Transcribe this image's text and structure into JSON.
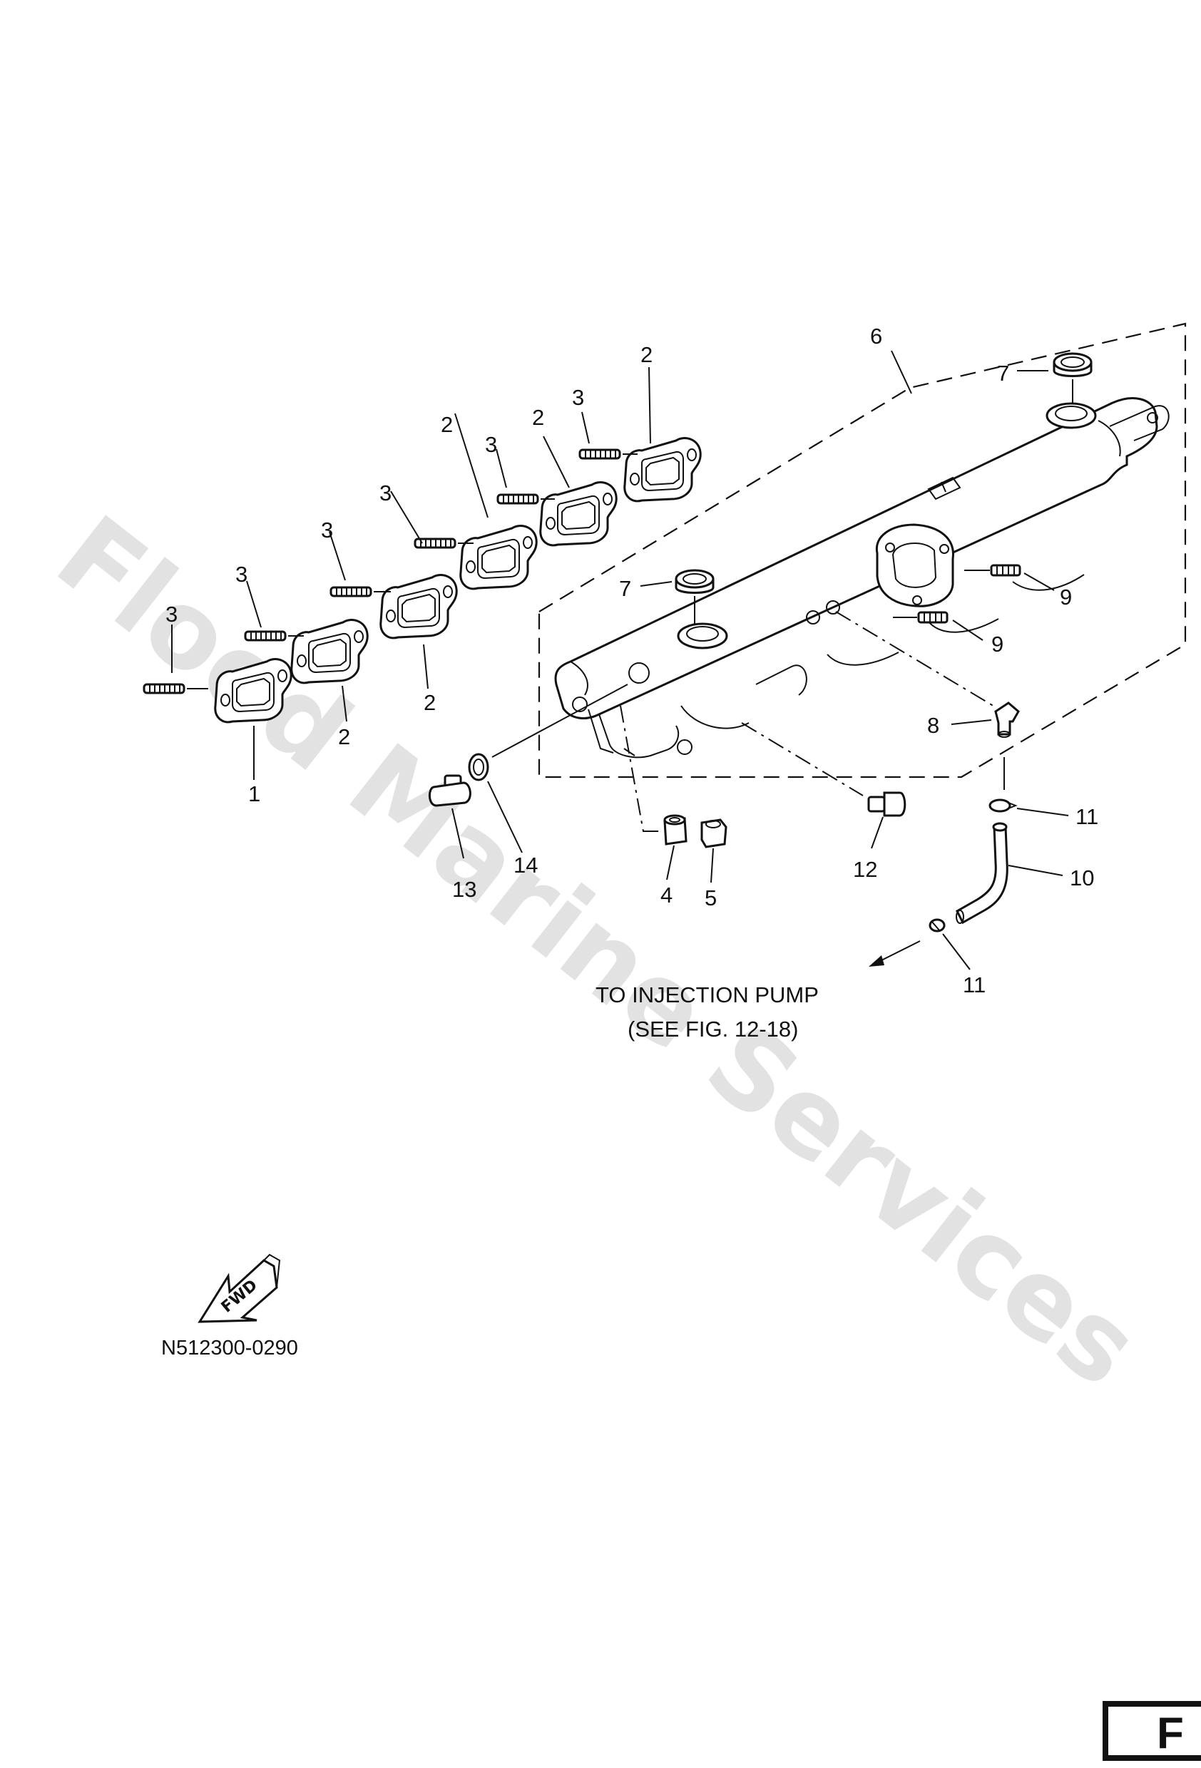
{
  "watermark": "Flood Marine Services",
  "callouts": {
    "c1": "1",
    "c2a": "2",
    "c2b": "2",
    "c2c": "2",
    "c2d": "2",
    "c2e": "2",
    "c3a": "3",
    "c3b": "3",
    "c3c": "3",
    "c3d": "3",
    "c3e": "3",
    "c3f": "3",
    "c4": "4",
    "c5": "5",
    "c6": "6",
    "c7a": "7",
    "c7b": "7",
    "c8": "8",
    "c9a": "9",
    "c9b": "9",
    "c10": "10",
    "c11a": "11",
    "c11b": "11",
    "c12": "12",
    "c13": "13",
    "c14": "14"
  },
  "note": {
    "line1": "TO INJECTION PUMP",
    "line2": "(SEE FIG. 12-18)"
  },
  "fwd_label": "FWD",
  "part_code": "N512300-0290",
  "page_tab": "F"
}
